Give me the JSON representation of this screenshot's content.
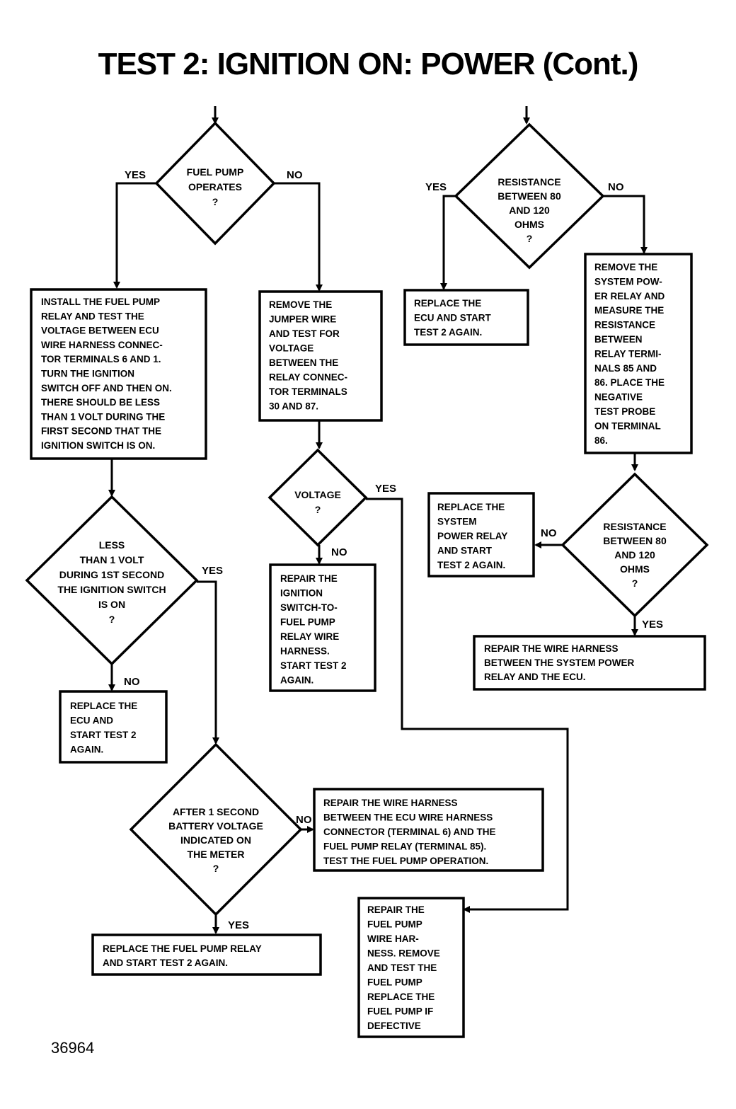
{
  "title": "TEST 2:  IGNITION ON: POWER (Cont.)",
  "figure_number": "36964",
  "labels": {
    "yes": "YES",
    "no": "NO"
  },
  "diamonds": {
    "fuel_pump_operates": [
      "FUEL PUMP",
      "OPERATES",
      "?"
    ],
    "resistance_top": [
      "RESISTANCE",
      "BETWEEN 80",
      "AND 120",
      "OHMS",
      "?"
    ],
    "voltage": [
      "VOLTAGE",
      "?"
    ],
    "less_than_1_volt": [
      "LESS",
      "THAN 1 VOLT",
      "DURING 1ST SECOND",
      "THE IGNITION SWITCH",
      "IS ON",
      "?"
    ],
    "resistance_bottom": [
      "RESISTANCE",
      "BETWEEN 80",
      "AND 120",
      "OHMS",
      "?"
    ],
    "after_1_second": [
      "AFTER 1 SECOND",
      "BATTERY VOLTAGE",
      "INDICATED ON",
      "THE METER",
      "?"
    ]
  },
  "boxes": {
    "install_relay": [
      "INSTALL THE FUEL PUMP",
      "RELAY AND TEST THE",
      "VOLTAGE BETWEEN ECU",
      "WIRE HARNESS CONNEC-",
      "TOR TERMINALS 6 AND 1.",
      "TURN THE IGNITION",
      "SWITCH OFF AND THEN ON.",
      "THERE SHOULD BE LESS",
      "THAN 1 VOLT DURING THE",
      "FIRST SECOND THAT THE",
      "IGNITION SWITCH IS ON."
    ],
    "remove_jumper": [
      "REMOVE THE",
      "JUMPER WIRE",
      "AND TEST FOR",
      "VOLTAGE",
      "BETWEEN THE",
      "RELAY CONNEC-",
      "TOR TERMINALS",
      "30 AND 87."
    ],
    "replace_ecu_top": [
      "REPLACE THE",
      "ECU AND START",
      "TEST 2 AGAIN."
    ],
    "remove_system_relay": [
      "REMOVE THE",
      "SYSTEM POW-",
      "ER RELAY AND",
      "MEASURE THE",
      "RESISTANCE",
      "BETWEEN",
      "RELAY TERMI-",
      "NALS 85 AND",
      "86. PLACE THE",
      "NEGATIVE",
      "TEST PROBE",
      "ON TERMINAL",
      "86."
    ],
    "replace_system_relay": [
      "REPLACE THE",
      "SYSTEM",
      "POWER RELAY",
      "AND START",
      "TEST 2 AGAIN."
    ],
    "repair_ignition_switch": [
      "REPAIR THE",
      "IGNITION",
      "SWITCH-TO-",
      "FUEL PUMP",
      "RELAY WIRE",
      "HARNESS.",
      "START TEST 2",
      "AGAIN."
    ],
    "repair_harness_system": [
      "REPAIR THE WIRE HARNESS",
      "BETWEEN THE SYSTEM POWER",
      "RELAY AND THE ECU."
    ],
    "replace_ecu_left": [
      "REPLACE THE",
      "ECU AND",
      "START TEST 2",
      "AGAIN."
    ],
    "repair_harness_terminal": [
      "REPAIR THE WIRE HARNESS",
      "BETWEEN THE ECU WIRE HARNESS",
      "CONNECTOR (TERMINAL 6) AND THE",
      "FUEL PUMP RELAY (TERMINAL 85).",
      "TEST THE FUEL PUMP OPERATION."
    ],
    "replace_fuel_pump_relay": [
      "REPLACE THE FUEL PUMP RELAY",
      "AND START TEST 2 AGAIN."
    ],
    "repair_fuel_pump_harness": [
      "REPAIR THE",
      "FUEL PUMP",
      "WIRE HAR-",
      "NESS. REMOVE",
      "AND TEST THE",
      "FUEL PUMP",
      "REPLACE THE",
      "FUEL PUMP IF",
      "DEFECTIVE"
    ]
  }
}
